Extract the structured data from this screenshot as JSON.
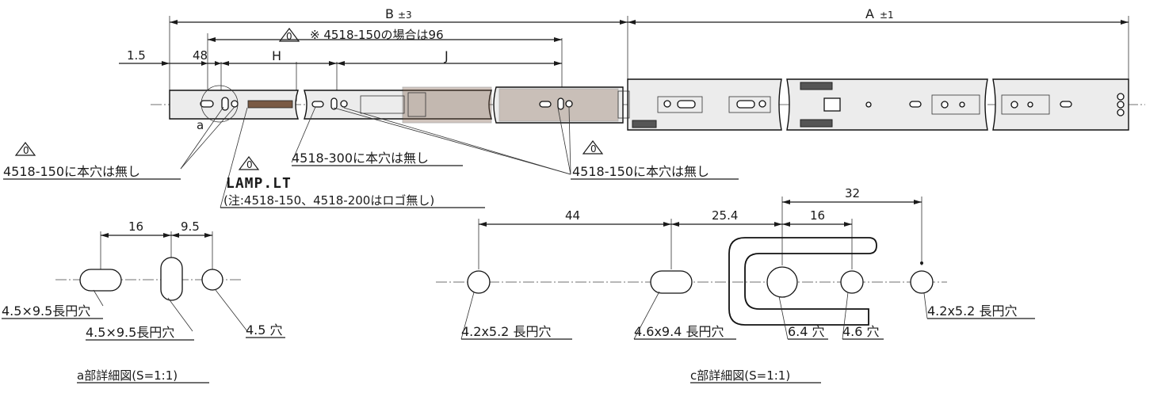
{
  "dims": {
    "B": "B",
    "B_tol": "±3",
    "A": "A",
    "A_tol": "±1",
    "d1_5": "1.5",
    "d48": "48",
    "H": "H",
    "J": "J",
    "rev_mark": "0",
    "note_96": "※ 4518-150の場合は96",
    "a_marker": "a"
  },
  "notes": {
    "left_no_hole": "4518-150に本穴は無し",
    "mid_no_hole": "4518-300に本穴は無し",
    "right_no_hole": "4518-150に本穴は無し",
    "logo_text": "LAMP.LT",
    "logo_note": "(注:4518-150、4518-200はロゴ無し)"
  },
  "detail_a": {
    "dim_16": "16",
    "dim_9_5": "9.5",
    "label_slot1": "4.5×9.5長円穴",
    "label_slot2": "4.5×9.5長円穴",
    "label_hole": "4.5 穴",
    "title": "a部詳細図(S=1:1)"
  },
  "detail_c": {
    "dim_44": "44",
    "dim_25_4": "25.4",
    "dim_16": "16",
    "dim_32": "32",
    "label_slot_left": "4.2x5.2 長円穴",
    "label_slot_mid": "4.6x9.4 長円穴",
    "label_hole_64": "6.4 穴",
    "label_hole_46": "4.6 穴",
    "label_slot_right": "4.2x5.2 長円穴",
    "title": "c部詳細図(S=1:1)"
  }
}
